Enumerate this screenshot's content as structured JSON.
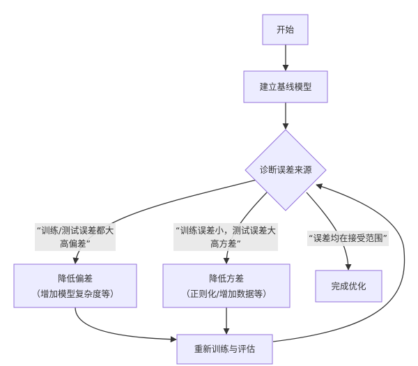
{
  "diagram": {
    "type": "flowchart",
    "colors": {
      "node_fill": "#ECECFF",
      "node_stroke": "#9370DB",
      "edge": "#333333",
      "label_bg": "#E8E8E8",
      "text": "#333333"
    },
    "nodes": {
      "start": {
        "label": "开始"
      },
      "baseline": {
        "label": "建立基线模型"
      },
      "diagnose": {
        "label": "诊断误差来源"
      },
      "reduce_bias": {
        "line1": "降低偏差",
        "line2": "（增加模型复杂度等）"
      },
      "reduce_variance": {
        "line1": "降低方差",
        "line2": "（正则化/增加数据等）"
      },
      "done": {
        "label": "完成优化"
      },
      "retrain": {
        "label": "重新训练与评估"
      }
    },
    "edge_labels": {
      "high_bias": {
        "line1": "“训练/测试误差都大",
        "line2": "高偏差”"
      },
      "high_variance": {
        "line1": "“训练误差小，测试误差大",
        "line2": "高方差”"
      },
      "acceptable": {
        "line1": "“误差均在接受范围”"
      }
    }
  }
}
